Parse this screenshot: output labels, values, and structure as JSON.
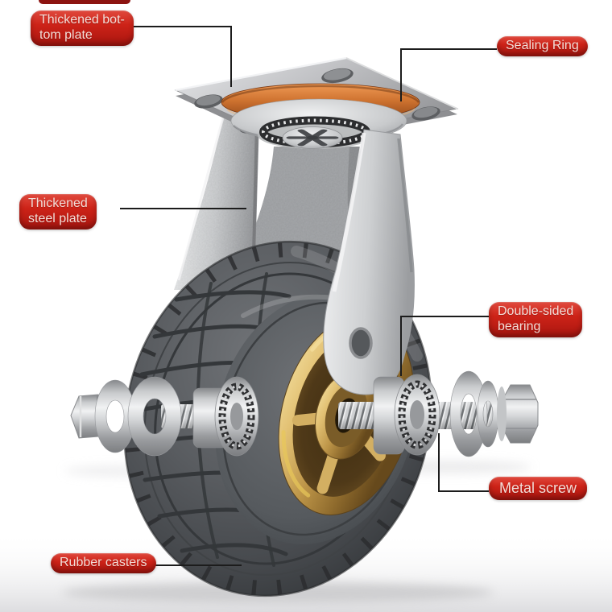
{
  "labels": {
    "thickened_bottom_plate": {
      "line1": "Thickened bot-",
      "line2": "tom plate"
    },
    "sealing_ring": {
      "line1": "Sealing Ring"
    },
    "thickened_steel_plate": {
      "line1": "Thickened",
      "line2": "steel plate"
    },
    "double_sided_bearing": {
      "line1": "Double-sided",
      "line2": "bearing"
    },
    "metal_screw": {
      "line1": "Metal screw"
    },
    "rubber_casters": {
      "line1": "Rubber casters"
    }
  },
  "colors": {
    "label_red": "#c52a20",
    "label_text": "#f3ddd7",
    "leader_line": "#1c1c1c",
    "sealing_ring_orange": "#cf7330",
    "hub_gold": "#d6b56b",
    "tire_gray": "#53565a",
    "metal_silver": "#c9cbcd",
    "background": "#ffffff"
  }
}
